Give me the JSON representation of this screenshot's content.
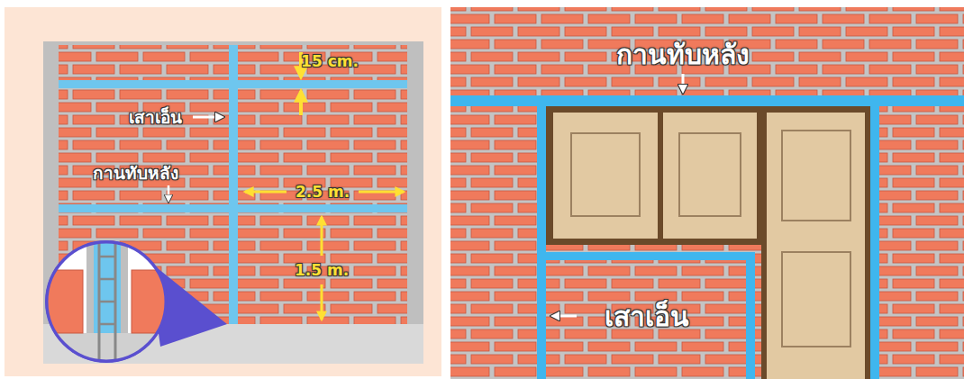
{
  "diagram": {
    "labels": [
      "15 cm.",
      "เสาเอ็น",
      "กานทับหลัง",
      "2.5 m.",
      "1.5 m.",
      "กานทับหลัง",
      "เสาเอ็น"
    ]
  }
}
